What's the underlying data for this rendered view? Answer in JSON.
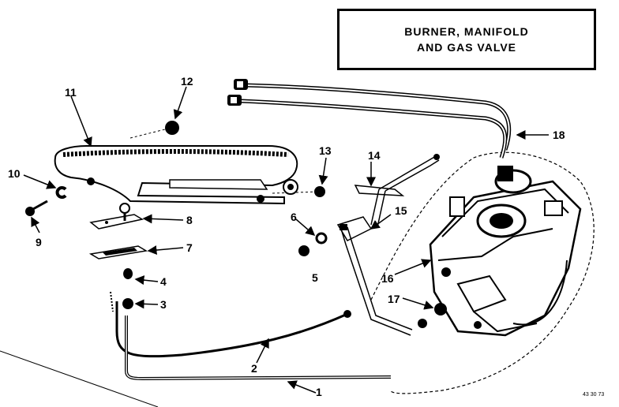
{
  "title": {
    "line1": "BURNER, MANIFOLD",
    "line2": "AND GAS VALVE"
  },
  "parts": [
    "1",
    "2",
    "3",
    "4",
    "5",
    "6",
    "7",
    "8",
    "9",
    "10",
    "11",
    "12",
    "13",
    "14",
    "15",
    "16",
    "17",
    "18"
  ],
  "catalog_code": "43 30 73"
}
